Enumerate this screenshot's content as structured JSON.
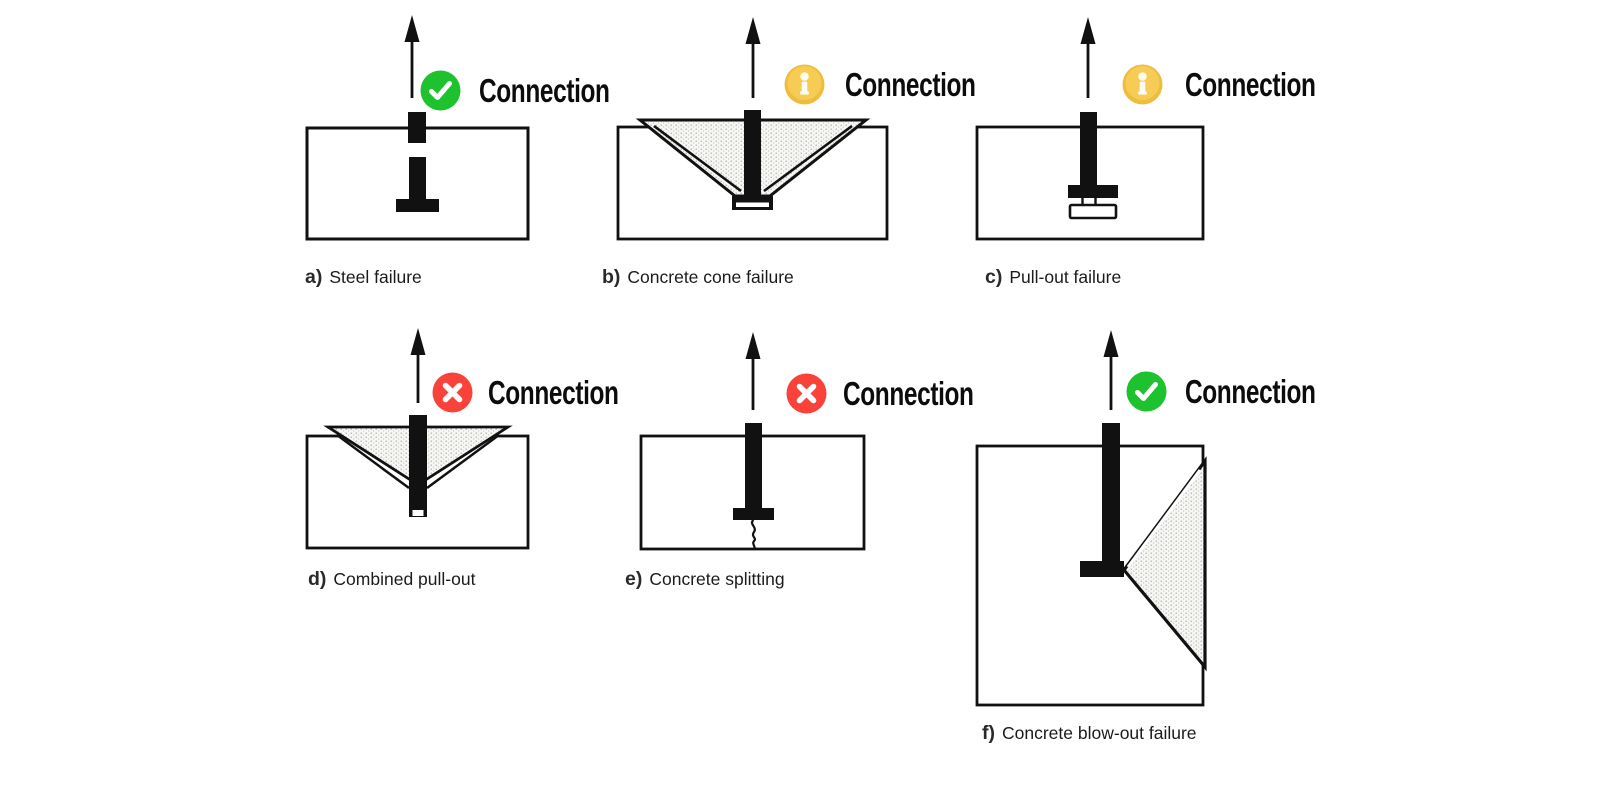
{
  "figure": {
    "connection_label": "Connection",
    "panels": [
      {
        "id": "a",
        "prefix": "a)",
        "label": "Steel failure",
        "status": "pass",
        "icon": "check-circle"
      },
      {
        "id": "b",
        "prefix": "b)",
        "label": "Concrete cone failure",
        "status": "caution",
        "icon": "info-circle"
      },
      {
        "id": "c",
        "prefix": "c)",
        "label": "Pull-out failure",
        "status": "caution",
        "icon": "info-circle"
      },
      {
        "id": "d",
        "prefix": "d)",
        "label": "Combined pull-out",
        "status": "fail",
        "icon": "x-circle"
      },
      {
        "id": "e",
        "prefix": "e)",
        "label": "Concrete splitting",
        "status": "fail",
        "icon": "x-circle"
      },
      {
        "id": "f",
        "prefix": "f)",
        "label": "Concrete blow-out failure",
        "status": "pass",
        "icon": "check-circle"
      }
    ],
    "colors": {
      "pass_green": "#1ec12e",
      "caution_yellow": "#eebd3d",
      "fail_red": "#f9433a",
      "ink": "#111111",
      "stipple_fill": "#f6f6f4"
    }
  }
}
